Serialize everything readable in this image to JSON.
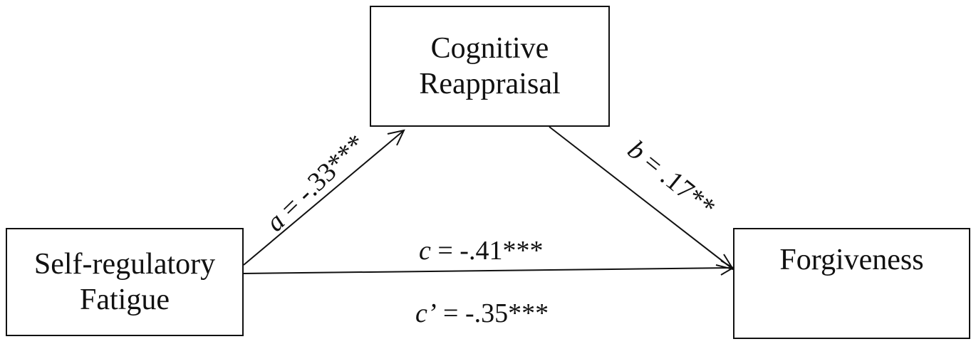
{
  "nodes": {
    "mediator": {
      "line1": "Cognitive",
      "line2": "Reappraisal"
    },
    "predictor": {
      "line1": "Self-regulatory",
      "line2": "Fatigue"
    },
    "outcome": {
      "line1": "Forgiveness"
    }
  },
  "paths": {
    "a": {
      "symbol": "a",
      "text": " = -.33***"
    },
    "b": {
      "symbol": "b",
      "text": " = .17**"
    },
    "c": {
      "symbol": "c",
      "text": " = -.41***"
    },
    "c_prime": {
      "symbol": "c’",
      "text": " = -.35***"
    }
  }
}
